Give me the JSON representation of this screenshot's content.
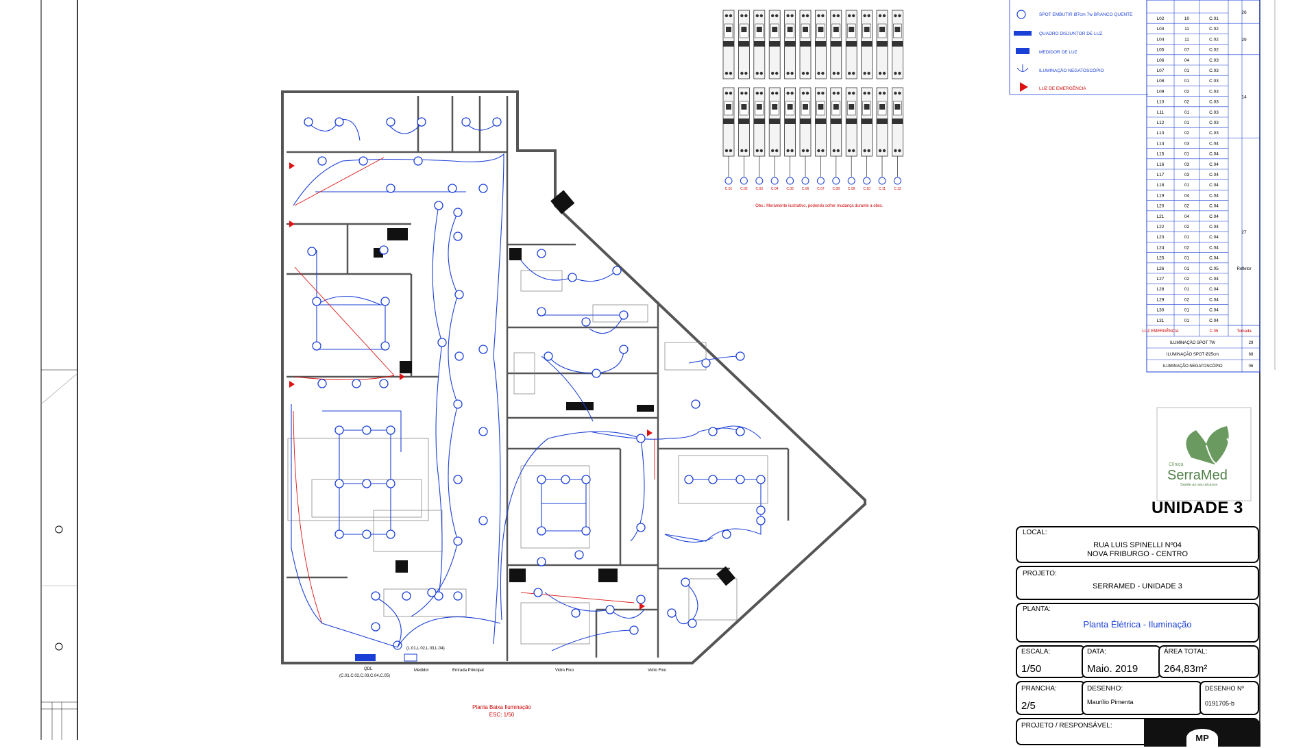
{
  "legend": [
    {
      "icon": "spot-icon",
      "label": "SPOT EMBUTIR Ø7cm 7w BRANCO QUENTE"
    },
    {
      "icon": "breaker-panel-icon",
      "label": "QUADRO DISJUNTOR DE LUZ"
    },
    {
      "icon": "meter-icon",
      "label": "MEDIDOR DE LUZ"
    },
    {
      "icon": "negatoscope-icon",
      "label": "ILUMINAÇÃO NEGATOSCÓPIO"
    },
    {
      "icon": "emergency-light-icon",
      "label": "LUZ DE EMERGÊNCIA"
    }
  ],
  "circuit_table": {
    "rows": [
      [
        "L02",
        "10",
        "C.01"
      ],
      [
        "L03",
        "11",
        "C.02"
      ],
      [
        "L04",
        "11",
        "C.02"
      ],
      [
        "L05",
        "07",
        "C.02"
      ],
      [
        "L06",
        "04",
        "C.03"
      ],
      [
        "L07",
        "01",
        "C.03"
      ],
      [
        "L08",
        "01",
        "C.03"
      ],
      [
        "L09",
        "02",
        "C.03"
      ],
      [
        "L10",
        "02",
        "C.03"
      ],
      [
        "L11",
        "01",
        "C.03"
      ],
      [
        "L12",
        "01",
        "C.03"
      ],
      [
        "L13",
        "02",
        "C.03"
      ],
      [
        "L14",
        "03",
        "C.04"
      ],
      [
        "L15",
        "01",
        "C.04"
      ],
      [
        "L16",
        "03",
        "C.04"
      ],
      [
        "L17",
        "03",
        "C.04"
      ],
      [
        "L18",
        "01",
        "C.04"
      ],
      [
        "L19",
        "04",
        "C.04"
      ],
      [
        "L20",
        "02",
        "C.04"
      ],
      [
        "L21",
        "04",
        "C.04"
      ],
      [
        "L22",
        "02",
        "C.04"
      ],
      [
        "L23",
        "01",
        "C.04"
      ],
      [
        "L24",
        "02",
        "C.04"
      ],
      [
        "L25",
        "01",
        "C.04"
      ],
      [
        "L26",
        "01",
        "C.05"
      ],
      [
        "L27",
        "02",
        "C.04"
      ],
      [
        "L28",
        "01",
        "C.04"
      ],
      [
        "L29",
        "02",
        "C.04"
      ],
      [
        "L30",
        "01",
        "C.04"
      ],
      [
        "L31",
        "01",
        "C.04"
      ]
    ],
    "group_totals": [
      "26",
      "29",
      "14",
      "27"
    ],
    "refletor_label": "Refletor",
    "emergency_row": {
      "label": "LUZ EMERGÊNCIA",
      "circuit": "C.05",
      "note": "Tomada"
    },
    "summary": [
      {
        "label": "ILUMINAÇÃO SPOT 7W",
        "value": "29"
      },
      {
        "label": "ILUMINAÇÃO SPOT Ø25cm",
        "value": "68"
      },
      {
        "label": "ILUMINAÇÃO NEGATOSCÓPIO",
        "value": "06"
      }
    ]
  },
  "breakers": {
    "labels": [
      "C.01",
      "C.02",
      "C.03",
      "C.04",
      "C.05",
      "C.06",
      "C.07",
      "C.08",
      "C.09",
      "C.10",
      "C.11",
      "C.12"
    ],
    "note": "Obs.: Meramente ilustrativo, podendo sofrer mudança durante a obra."
  },
  "plan": {
    "caption": "Planta Baixa Iluminação",
    "scale": "ESC: 1/50",
    "entrance_label": "Entrada Principal",
    "glass_labels": [
      "Vidro Fixo",
      "Vidro Fixo"
    ],
    "qdl_label": "QDL",
    "qdl_circuits": "(C.01,C.02,C.03,C.04,C.05)",
    "meter_label": "Medidor",
    "panel_circuits": "(L.01,L.02,L.03,L.04)"
  },
  "logo": {
    "small": "Clínica",
    "name": "SerraMed",
    "tagline": "Saúde ao seu alcance"
  },
  "title_block": {
    "unit": "UNIDADE 3",
    "local_label": "LOCAL:",
    "local_line1": "RUA LUIS SPINELLI Nº04",
    "local_line2": "NOVA FRIBURGO - CENTRO",
    "projeto_label": "PROJETO:",
    "projeto": "SERRAMED - UNIDADE 3",
    "planta_label": "PLANTA:",
    "planta": "Planta Élétrica - Iluminação",
    "escala_label": "ESCALA:",
    "escala": "1/50",
    "data_label": "DATA:",
    "data": "Maio. 2019",
    "area_label": "ÁREA TOTAL:",
    "area": "264,83m²",
    "prancha_label": "PRANCHA:",
    "prancha": "2/5",
    "desenho_label": "DESENHO:",
    "desenho": "Maurílio Pimenta",
    "desenho_n_label": "DESENHO Nº",
    "desenho_n": "0191705-b",
    "responsavel_label": "PROJETO / RESPONSÁVEL:",
    "responsavel_logo": "MP"
  },
  "colors": {
    "wire": "#1a3fd6",
    "emergency": "#d11",
    "wall": "#555555"
  }
}
